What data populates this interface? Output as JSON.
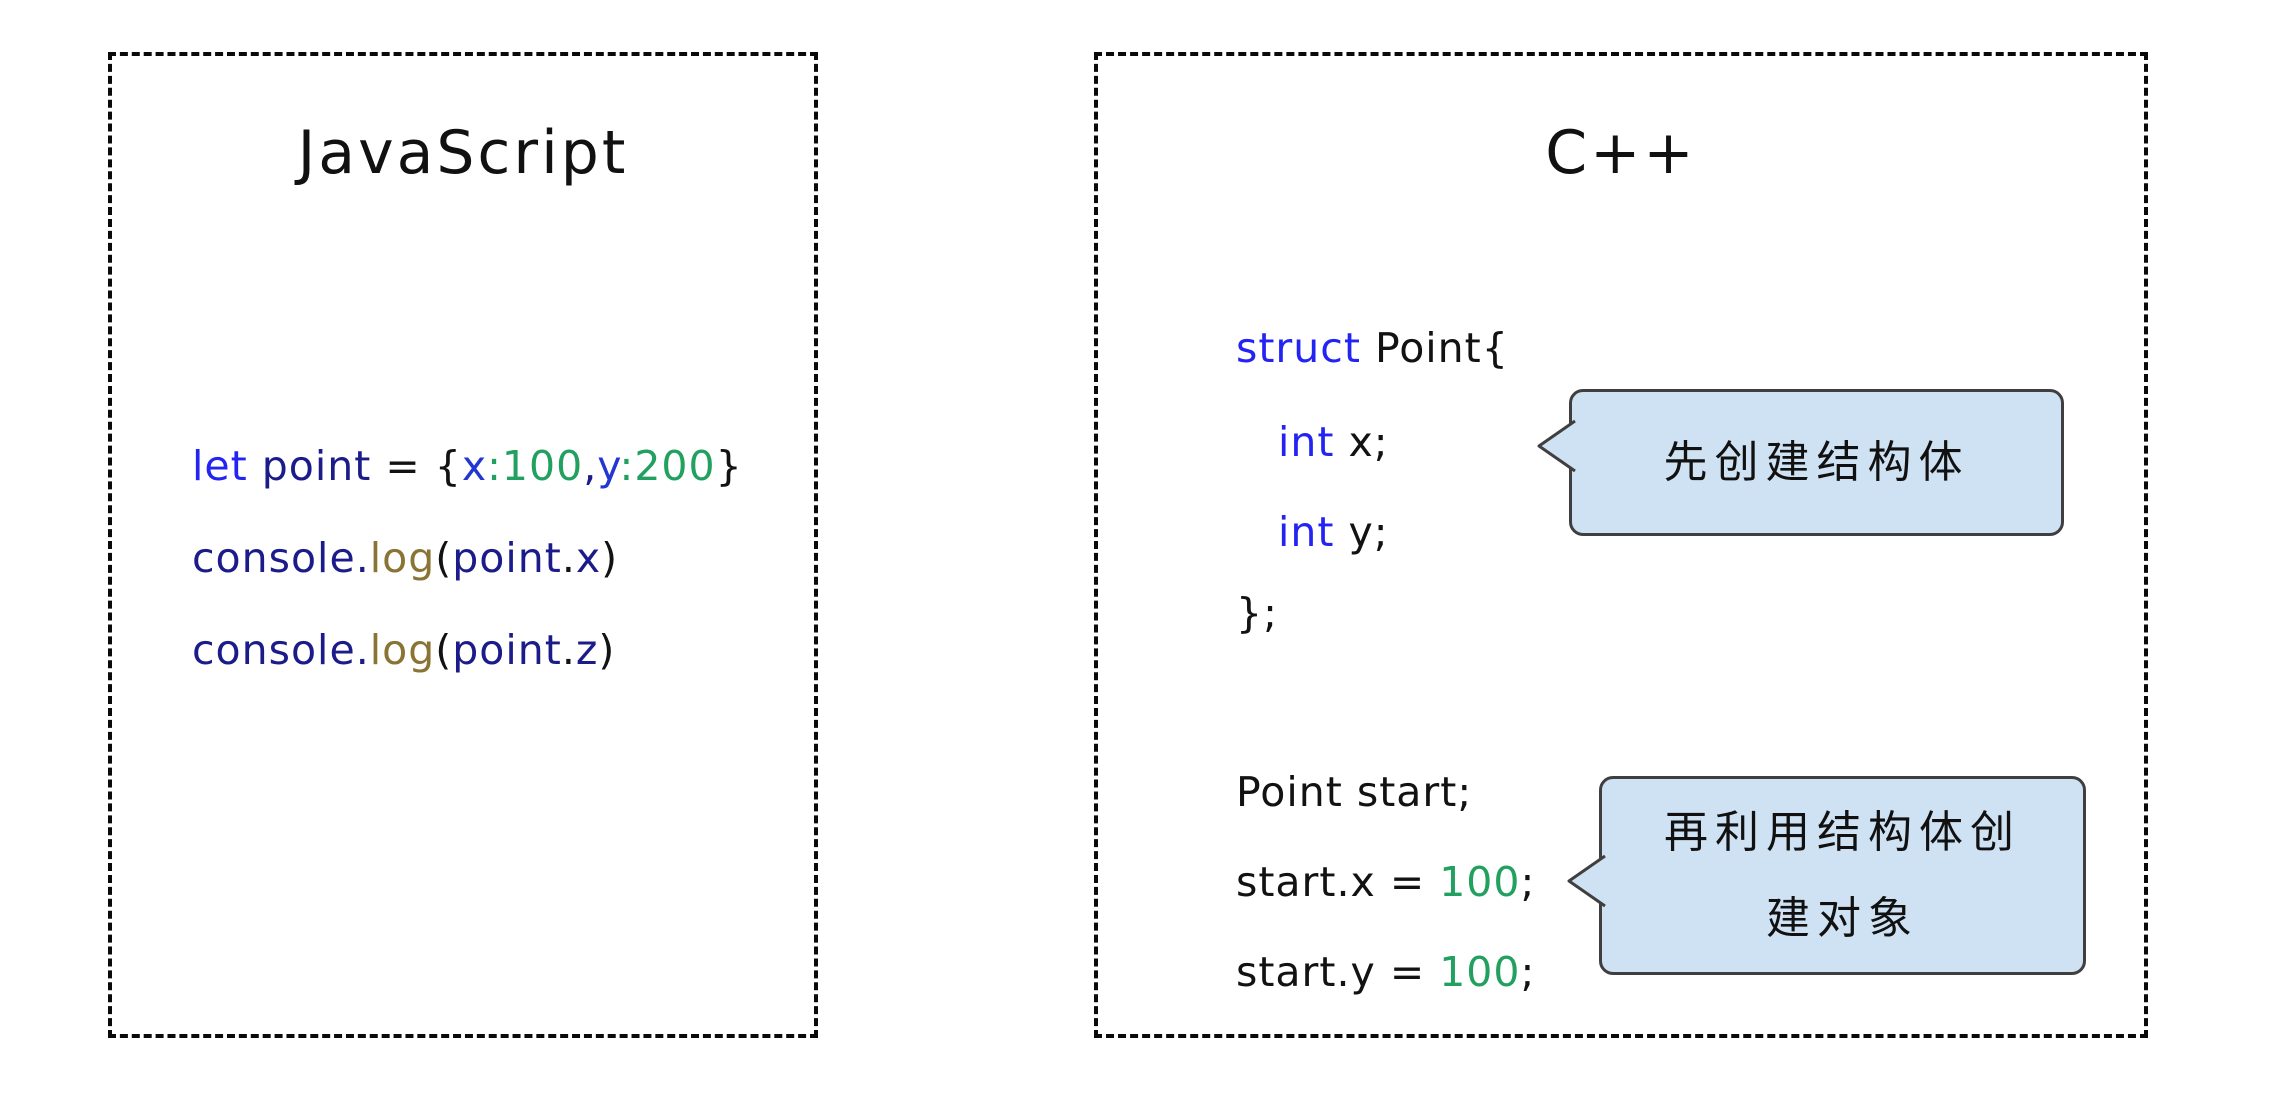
{
  "left_panel": {
    "title": "JavaScript",
    "code_lines": [
      {
        "tokens": [
          {
            "t": "let ",
            "c": "kw"
          },
          {
            "t": "point ",
            "c": "id"
          },
          {
            "t": "= ",
            "c": "pl"
          },
          {
            "t": "{",
            "c": "pl"
          },
          {
            "t": "x",
            "c": "key"
          },
          {
            "t": ":",
            "c": "num"
          },
          {
            "t": "100",
            "c": "num"
          },
          {
            "t": ",",
            "c": "id"
          },
          {
            "t": "y",
            "c": "key"
          },
          {
            "t": ":",
            "c": "num"
          },
          {
            "t": "200",
            "c": "num"
          },
          {
            "t": "}",
            "c": "pl"
          }
        ]
      },
      {
        "tokens": [
          {
            "t": "console",
            "c": "id"
          },
          {
            "t": ".",
            "c": "id"
          },
          {
            "t": "log",
            "c": "fn"
          },
          {
            "t": "(",
            "c": "pl"
          },
          {
            "t": "point",
            "c": "id"
          },
          {
            "t": ".",
            "c": "pl"
          },
          {
            "t": "x",
            "c": "id"
          },
          {
            "t": ")",
            "c": "pl"
          }
        ]
      },
      {
        "tokens": [
          {
            "t": "console",
            "c": "id"
          },
          {
            "t": ".",
            "c": "id"
          },
          {
            "t": "log",
            "c": "fn"
          },
          {
            "t": "(",
            "c": "pl"
          },
          {
            "t": "point",
            "c": "id"
          },
          {
            "t": ".",
            "c": "pl"
          },
          {
            "t": "z",
            "c": "id"
          },
          {
            "t": ")",
            "c": "pl"
          }
        ]
      }
    ]
  },
  "right_panel": {
    "title": "C++",
    "code_lines": [
      {
        "tokens": [
          {
            "t": "struct ",
            "c": "kw"
          },
          {
            "t": "Point{",
            "c": "pl"
          }
        ]
      },
      {
        "tokens": [
          {
            "t": "int ",
            "c": "kw"
          },
          {
            "t": "x;",
            "c": "pl"
          }
        ]
      },
      {
        "tokens": [
          {
            "t": "int ",
            "c": "kw"
          },
          {
            "t": "y;",
            "c": "pl"
          }
        ]
      },
      {
        "tokens": [
          {
            "t": "};",
            "c": "pl"
          }
        ]
      },
      {
        "tokens": [
          {
            "t": "Point start;",
            "c": "pl"
          }
        ]
      },
      {
        "tokens": [
          {
            "t": "start.x = ",
            "c": "pl"
          },
          {
            "t": "100",
            "c": "num"
          },
          {
            "t": ";",
            "c": "pl"
          }
        ]
      },
      {
        "tokens": [
          {
            "t": "start.y = ",
            "c": "pl"
          },
          {
            "t": "100",
            "c": "num"
          },
          {
            "t": ";",
            "c": "pl"
          }
        ]
      }
    ],
    "callouts": [
      {
        "lines": [
          "先创建结构体"
        ]
      },
      {
        "lines": [
          "再利用结构体创",
          "建对象"
        ]
      }
    ]
  },
  "colors": {
    "keyword_blue": "#2323f3",
    "identifier_navy": "#1b1b8a",
    "number_green": "#21a05f",
    "function_olive": "#8a7434",
    "object_key_blue": "#2436d2",
    "plain_black": "#121212",
    "callout_fill": "#cfe2f3",
    "callout_border": "#3f3f3f",
    "panel_border": "#0a0a0a"
  }
}
